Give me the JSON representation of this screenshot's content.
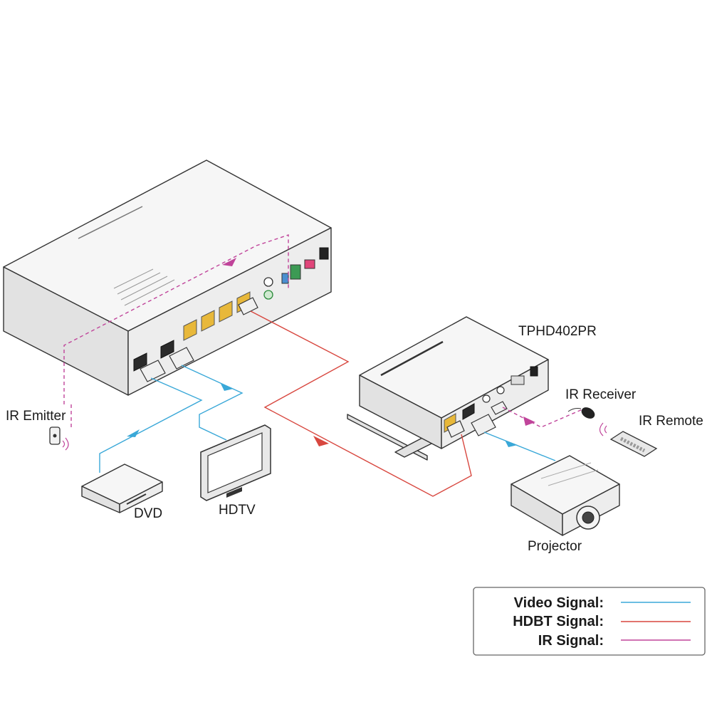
{
  "labels": {
    "ir_emitter": "IR Emitter",
    "dvd": "DVD",
    "hdtv": "HDTV",
    "receiver_model": "TPHD402PR",
    "ir_receiver": "IR Receiver",
    "ir_remote": "IR Remote",
    "projector": "Projector"
  },
  "legend": {
    "video": {
      "label": "Video Signal:",
      "color": "#3aa8d8"
    },
    "hdbt": {
      "label": "HDBT  Signal:",
      "color": "#d8473f"
    },
    "ir": {
      "label": "IR Signal:",
      "color": "#c0449a"
    }
  }
}
